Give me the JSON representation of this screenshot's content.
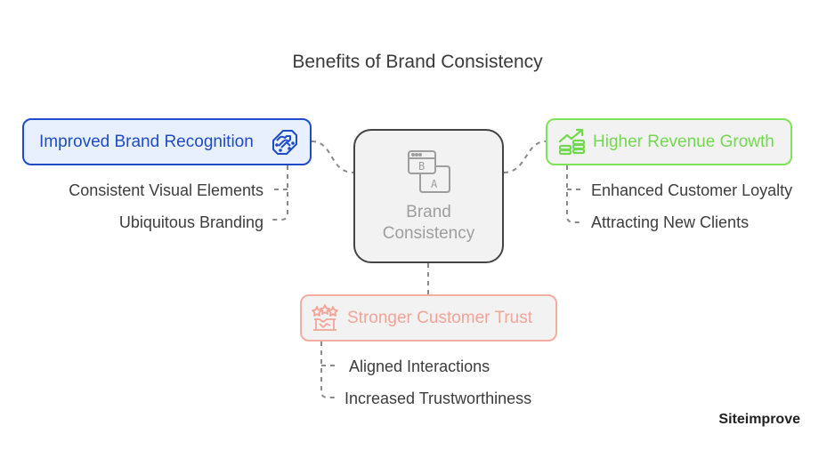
{
  "title": "Benefits of Brand Consistency",
  "center": {
    "label_line1": "Brand",
    "label_line2": "Consistency",
    "icon": "browser-ab-test-icon",
    "letter_b": "B",
    "letter_a": "A"
  },
  "branches": [
    {
      "label": "Improved Brand Recognition",
      "icon": "brand-tag-arrow-icon",
      "color": "#1f4bc8",
      "fill": "#e9f0fd",
      "items": [
        "Consistent Visual Elements",
        "Ubiquitous Branding"
      ]
    },
    {
      "label": "Higher Revenue Growth",
      "icon": "revenue-growth-coins-icon",
      "color": "#72d94f",
      "fill": "#f2f2f2",
      "items": [
        "Enhanced Customer Loyalty",
        "Attracting New Clients"
      ]
    },
    {
      "label": "Stronger Customer Trust",
      "icon": "stars-handshake-icon",
      "color": "#f3a497",
      "fill": "#f2f2f2",
      "items": [
        "Aligned Interactions",
        "Increased Trustworthiness"
      ]
    }
  ],
  "watermark": "Siteimprove"
}
